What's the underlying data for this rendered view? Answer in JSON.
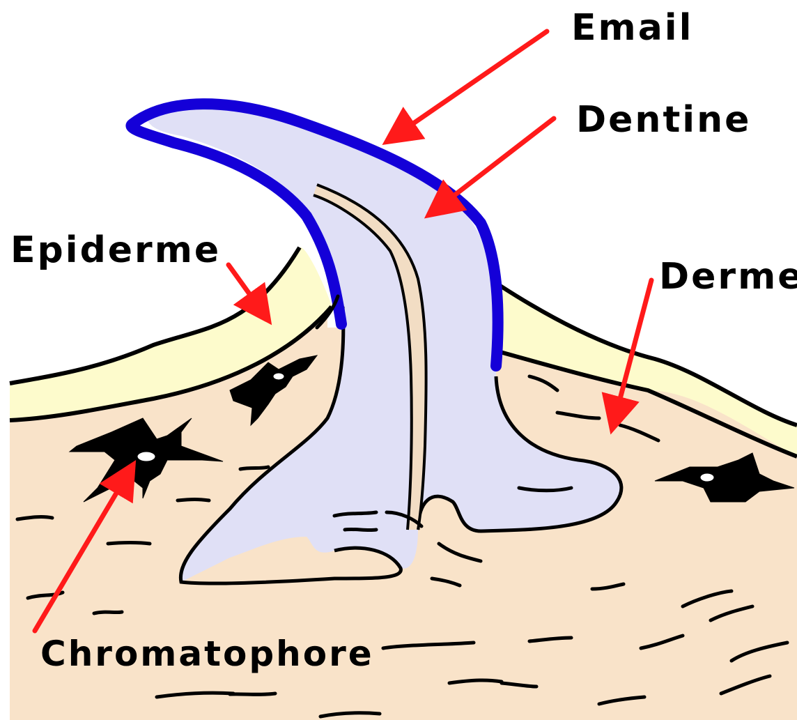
{
  "labels": {
    "email": "Email",
    "dentine": "Dentine",
    "epiderme": "Epiderme",
    "derme": "Derme",
    "chromatophore": "Chromatophore"
  },
  "colors": {
    "enamel": "#1400d8",
    "dentine": "#e0e0f6",
    "epidermis": "#fdfbcc",
    "dermis": "#f9e3c9",
    "pulp_canal": "#f2ddc4",
    "arrow": "#ff1a1a",
    "outline": "#000000"
  }
}
